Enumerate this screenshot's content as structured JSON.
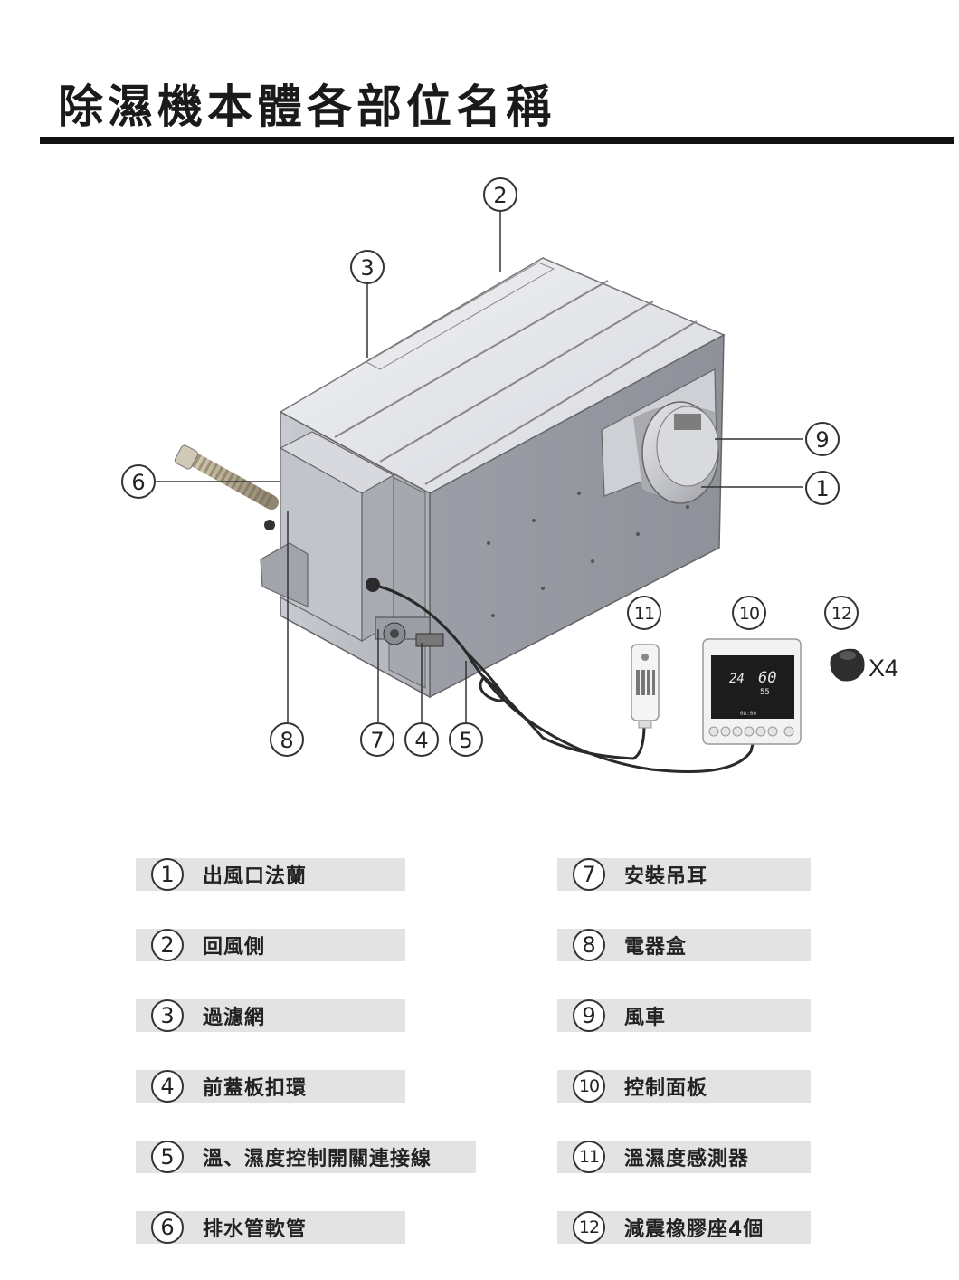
{
  "title": "除濕機本體各部位名稱",
  "diagram": {
    "callouts": [
      "1",
      "2",
      "3",
      "4",
      "5",
      "6",
      "7",
      "8",
      "9",
      "10",
      "11",
      "12"
    ],
    "quantity": "X4",
    "controller_display": {
      "temperature": "24",
      "humidity": "60",
      "setpoint": "55",
      "clock": "08:00"
    }
  },
  "legend": [
    {
      "num": "1",
      "label": "出風口法蘭"
    },
    {
      "num": "2",
      "label": "回風側"
    },
    {
      "num": "3",
      "label": "過濾網"
    },
    {
      "num": "4",
      "label": "前蓋板扣環"
    },
    {
      "num": "5",
      "label": "溫、濕度控制開關連接線"
    },
    {
      "num": "6",
      "label": "排水管軟管"
    },
    {
      "num": "7",
      "label": "安裝吊耳"
    },
    {
      "num": "8",
      "label": "電器盒"
    },
    {
      "num": "9",
      "label": "風車"
    },
    {
      "num": "10",
      "label": "控制面板"
    },
    {
      "num": "11",
      "label": "溫濕度感測器"
    },
    {
      "num": "12",
      "label": "減震橡膠座4個"
    }
  ],
  "colors": {
    "title_rule": "#111111",
    "legend_bg": "#e3e3e3",
    "unit_body": "#b9bbc3",
    "controller_screen": "#1c1c1c"
  }
}
